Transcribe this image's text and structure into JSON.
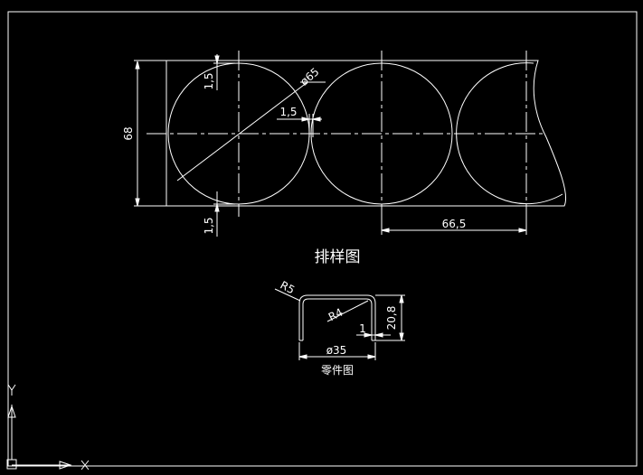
{
  "layout_drawing": {
    "title": "排样图",
    "dims": {
      "height_68": "68",
      "diameter_65": "ø65",
      "gap_1_5": "1,5",
      "top_margin_1_5": "1,5",
      "bottom_margin_1_5": "1,5",
      "pitch_66_5": "66,5"
    }
  },
  "part_drawing": {
    "title": "零件图",
    "dims": {
      "r5": "R5",
      "r4": "R4",
      "thickness_1": "1",
      "height_20_8": "20,8",
      "diameter_35": "ø35"
    }
  },
  "ucs": {
    "y_label": "Y",
    "x_label": "X"
  },
  "colors": {
    "background": "#000000",
    "line": "#ffffff"
  }
}
